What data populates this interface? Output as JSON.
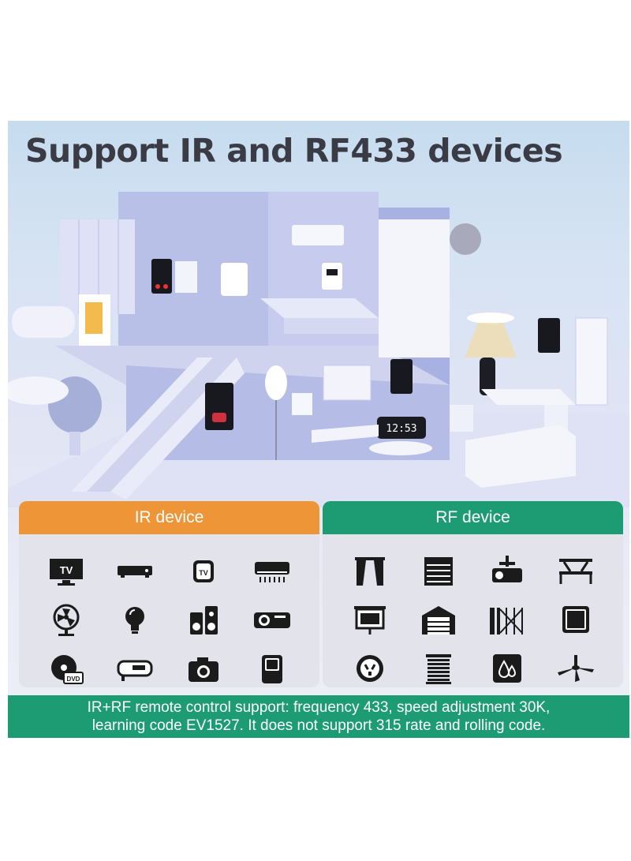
{
  "headline": "Support IR and RF433 devices",
  "ir_card": {
    "title": "IR device",
    "accent": "#ee9538",
    "icons": [
      "tv-icon",
      "set-top-box-icon",
      "tv-box-icon",
      "air-conditioner-icon",
      "fan-icon",
      "light-bulb-icon",
      "speaker-icon",
      "projector-icon",
      "dvd-icon",
      "water-heater-icon",
      "camera-icon",
      "air-purifier-icon"
    ],
    "tv_text": "TV",
    "dvd_text": "DVD"
  },
  "rf_card": {
    "title": "RF device",
    "accent": "#1d9c74",
    "icons": [
      "curtain-icon",
      "roller-shutter-icon",
      "ceiling-projector-icon",
      "clothes-rack-icon",
      "projection-screen-icon",
      "garage-door-icon",
      "sliding-gate-icon",
      "smart-switch-icon",
      "socket-icon",
      "blinds-icon",
      "humidifier-icon",
      "ceiling-fan-icon"
    ]
  },
  "footer": {
    "line1": "IR+RF remote control support: frequency 433, speed adjustment 30K,",
    "line2": "learning code EV1527. It does not support 315 rate and rolling code."
  },
  "scene": {
    "clock_text": "12:53"
  }
}
